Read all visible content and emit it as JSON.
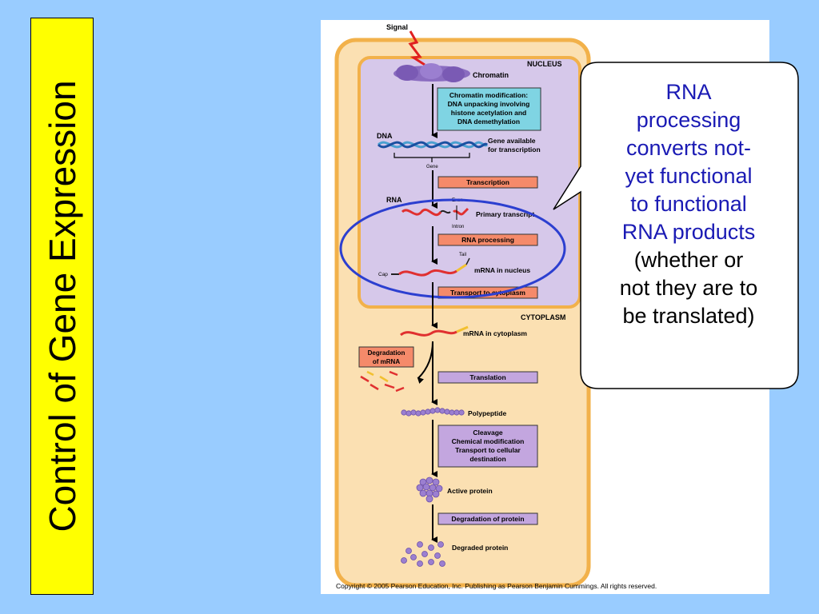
{
  "title": "Control of Gene Expression",
  "callout": {
    "lines_blue": [
      "RNA",
      "processing",
      "converts not-",
      "yet functional",
      "to functional",
      "RNA products"
    ],
    "lines_black": [
      "(whether or",
      "not they are to",
      "be translated)"
    ]
  },
  "figure": {
    "signal": "Signal",
    "nucleus": "NUCLEUS",
    "chromatin": "Chromatin",
    "chromatin_box": [
      "Chromatin modification:",
      "DNA unpacking involving",
      "histone acetylation and",
      "DNA demethylation"
    ],
    "dna": "DNA",
    "gene_available": [
      "Gene available",
      "for transcription"
    ],
    "gene": "Gene",
    "transcription": "Transcription",
    "rna": "RNA",
    "exon": "Exon",
    "intron": "Intron",
    "primary_transcript": "Primary transcript",
    "rna_processing": "RNA processing",
    "tail": "Tail",
    "cap": "Cap",
    "mrna_nucleus": "mRNA in nucleus",
    "transport": "Transport to cytoplasm",
    "cytoplasm": "CYTOPLASM",
    "mrna_cytoplasm": "mRNA in cytoplasm",
    "degradation_mrna": [
      "Degradation",
      "of mRNA"
    ],
    "translation": "Translation",
    "polypeptide": "Polypeptide",
    "cleavage_box": [
      "Cleavage",
      "Chemical modification",
      "Transport to cellular",
      "destination"
    ],
    "active_protein": "Active protein",
    "degradation_protein": "Degradation of protein",
    "degraded_protein": "Degraded protein",
    "copyright": "Copyright © 2005 Pearson Education, Inc. Publishing as Pearson Benjamin Cummings. All rights reserved."
  },
  "colors": {
    "background": "#99ccff",
    "title_bar": "#ffff00",
    "cell": "#fbe0b2",
    "cell_border": "#f2b14a",
    "nucleus": "#d6c8ea",
    "process_box": "#f58a6a",
    "cyto_box": "#c3a6df",
    "chromatin_box": "#7fd4e3",
    "highlight_ellipse": "#2c3fd0",
    "callout_text": "#1a1ab4"
  }
}
